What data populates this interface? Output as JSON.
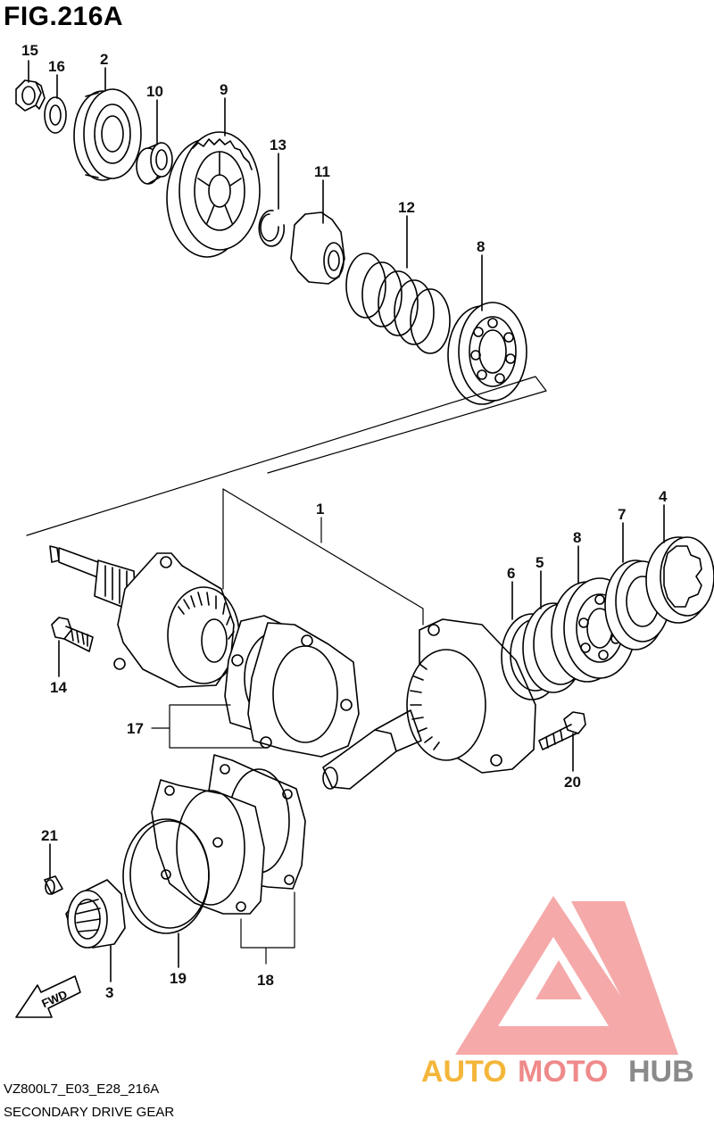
{
  "figure": {
    "title": "FIG.216A",
    "code": "VZ800L7_E03_E28_216A",
    "caption": "SECONDARY DRIVE GEAR",
    "direction_label": "FWD"
  },
  "callouts": [
    {
      "id": "15",
      "label": "15"
    },
    {
      "id": "16",
      "label": "16"
    },
    {
      "id": "2",
      "label": "2"
    },
    {
      "id": "10",
      "label": "10"
    },
    {
      "id": "9",
      "label": "9"
    },
    {
      "id": "13",
      "label": "13"
    },
    {
      "id": "11",
      "label": "11"
    },
    {
      "id": "12",
      "label": "12"
    },
    {
      "id": "8a",
      "label": "8"
    },
    {
      "id": "1",
      "label": "1"
    },
    {
      "id": "4",
      "label": "4"
    },
    {
      "id": "7",
      "label": "7"
    },
    {
      "id": "8b",
      "label": "8"
    },
    {
      "id": "5",
      "label": "5"
    },
    {
      "id": "6",
      "label": "6"
    },
    {
      "id": "14",
      "label": "14"
    },
    {
      "id": "17",
      "label": "17"
    },
    {
      "id": "20",
      "label": "20"
    },
    {
      "id": "21",
      "label": "21"
    },
    {
      "id": "3",
      "label": "3"
    },
    {
      "id": "19",
      "label": "19"
    },
    {
      "id": "18",
      "label": "18"
    }
  ],
  "watermark": {
    "part1": "AUTO",
    "part2": "MOTO",
    "part3": "HUB",
    "color_auto": "#f4b63a",
    "color_moto": "#ef8a8a",
    "color_hub": "#8a8a8a",
    "logo_color": "#f28f8f"
  }
}
